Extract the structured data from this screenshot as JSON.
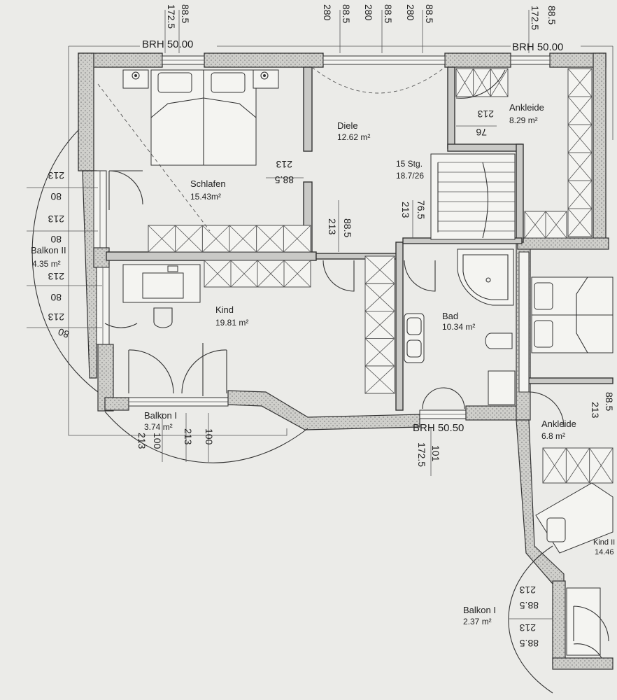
{
  "rooms": {
    "schlafen": {
      "name": "Schlafen",
      "area": "15.43m²"
    },
    "diele": {
      "name": "Diele",
      "area": "12.62 m²"
    },
    "ankleide_top": {
      "name": "Ankleide",
      "area": "8.29 m²"
    },
    "kind": {
      "name": "Kind",
      "area": "19.81 m²"
    },
    "bad": {
      "name": "Bad",
      "area": "10.34 m²"
    },
    "balkon_ii": {
      "name": "Balkon II",
      "area": "4.35 m²"
    },
    "balkon_bottom": {
      "name": "Balkon I",
      "area": "3.74 m²"
    },
    "ankleide_right": {
      "name": "Ankleide",
      "area": "6.8 m²"
    },
    "kind_ii": {
      "name": "Kind II",
      "area": "14.46"
    },
    "balkon_i": {
      "name": "Balkon I",
      "area": "2.37 m²"
    }
  },
  "stairs": {
    "steps": "15 Stg.",
    "ratio": "18.7/26"
  },
  "brh": {
    "top_left": "BRH 50.00",
    "top_right": "BRH 50.00",
    "bottom": "BRH 50.50"
  },
  "dims": {
    "d1725": "172.5",
    "d885": "88.5",
    "d280": "280",
    "d213": "213",
    "d80": "80",
    "d76": "76",
    "d765": "76.5",
    "d100": "100",
    "d101": "101"
  }
}
